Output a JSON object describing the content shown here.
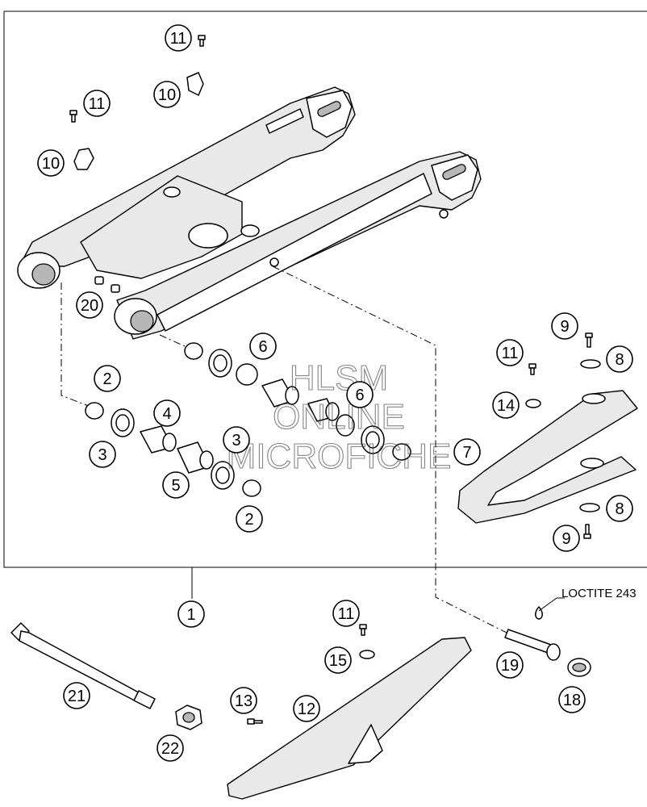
{
  "callouts": [
    {
      "id": "callout-11-top",
      "label": "11"
    },
    {
      "id": "callout-10-top",
      "label": "10"
    },
    {
      "id": "callout-11-left",
      "label": "11"
    },
    {
      "id": "callout-10-left",
      "label": "10"
    },
    {
      "id": "callout-20",
      "label": "20"
    },
    {
      "id": "callout-6-a",
      "label": "6"
    },
    {
      "id": "callout-6-b",
      "label": "6"
    },
    {
      "id": "callout-2-left",
      "label": "2"
    },
    {
      "id": "callout-4",
      "label": "4"
    },
    {
      "id": "callout-3-left",
      "label": "3"
    },
    {
      "id": "callout-3-right",
      "label": "3"
    },
    {
      "id": "callout-5",
      "label": "5"
    },
    {
      "id": "callout-2-right",
      "label": "2"
    },
    {
      "id": "callout-9-top",
      "label": "9"
    },
    {
      "id": "callout-11-right",
      "label": "11"
    },
    {
      "id": "callout-8-top",
      "label": "8"
    },
    {
      "id": "callout-14",
      "label": "14"
    },
    {
      "id": "callout-7",
      "label": "7"
    },
    {
      "id": "callout-8-bottom",
      "label": "8"
    },
    {
      "id": "callout-9-bottom",
      "label": "9"
    },
    {
      "id": "callout-1",
      "label": "1"
    },
    {
      "id": "callout-11-bottom",
      "label": "11"
    },
    {
      "id": "callout-15",
      "label": "15"
    },
    {
      "id": "callout-19",
      "label": "19"
    },
    {
      "id": "callout-21",
      "label": "21"
    },
    {
      "id": "callout-13",
      "label": "13"
    },
    {
      "id": "callout-12",
      "label": "12"
    },
    {
      "id": "callout-18",
      "label": "18"
    },
    {
      "id": "callout-22",
      "label": "22"
    }
  ],
  "loctite_note": "LOCTITE 243",
  "watermark": {
    "line1": "HLSM",
    "line2": "ONLINE",
    "line3": "MICROFICHE"
  }
}
